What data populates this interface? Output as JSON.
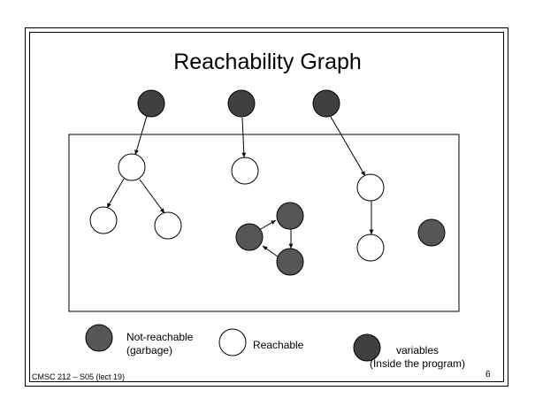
{
  "slide": {
    "title": "Reachability Graph",
    "footer": "CMSC 212 – S05 (lect 19)",
    "page_number": "6"
  },
  "legend": {
    "not_reachable": "Not-reachable\n(garbage)",
    "reachable": "Reachable",
    "variables": "variables\n(Inside the program)"
  },
  "colors": {
    "variable_fill": "#404040",
    "garbage_fill": "#565656",
    "reachable_fill": "#ffffff",
    "stroke": "#000000"
  }
}
